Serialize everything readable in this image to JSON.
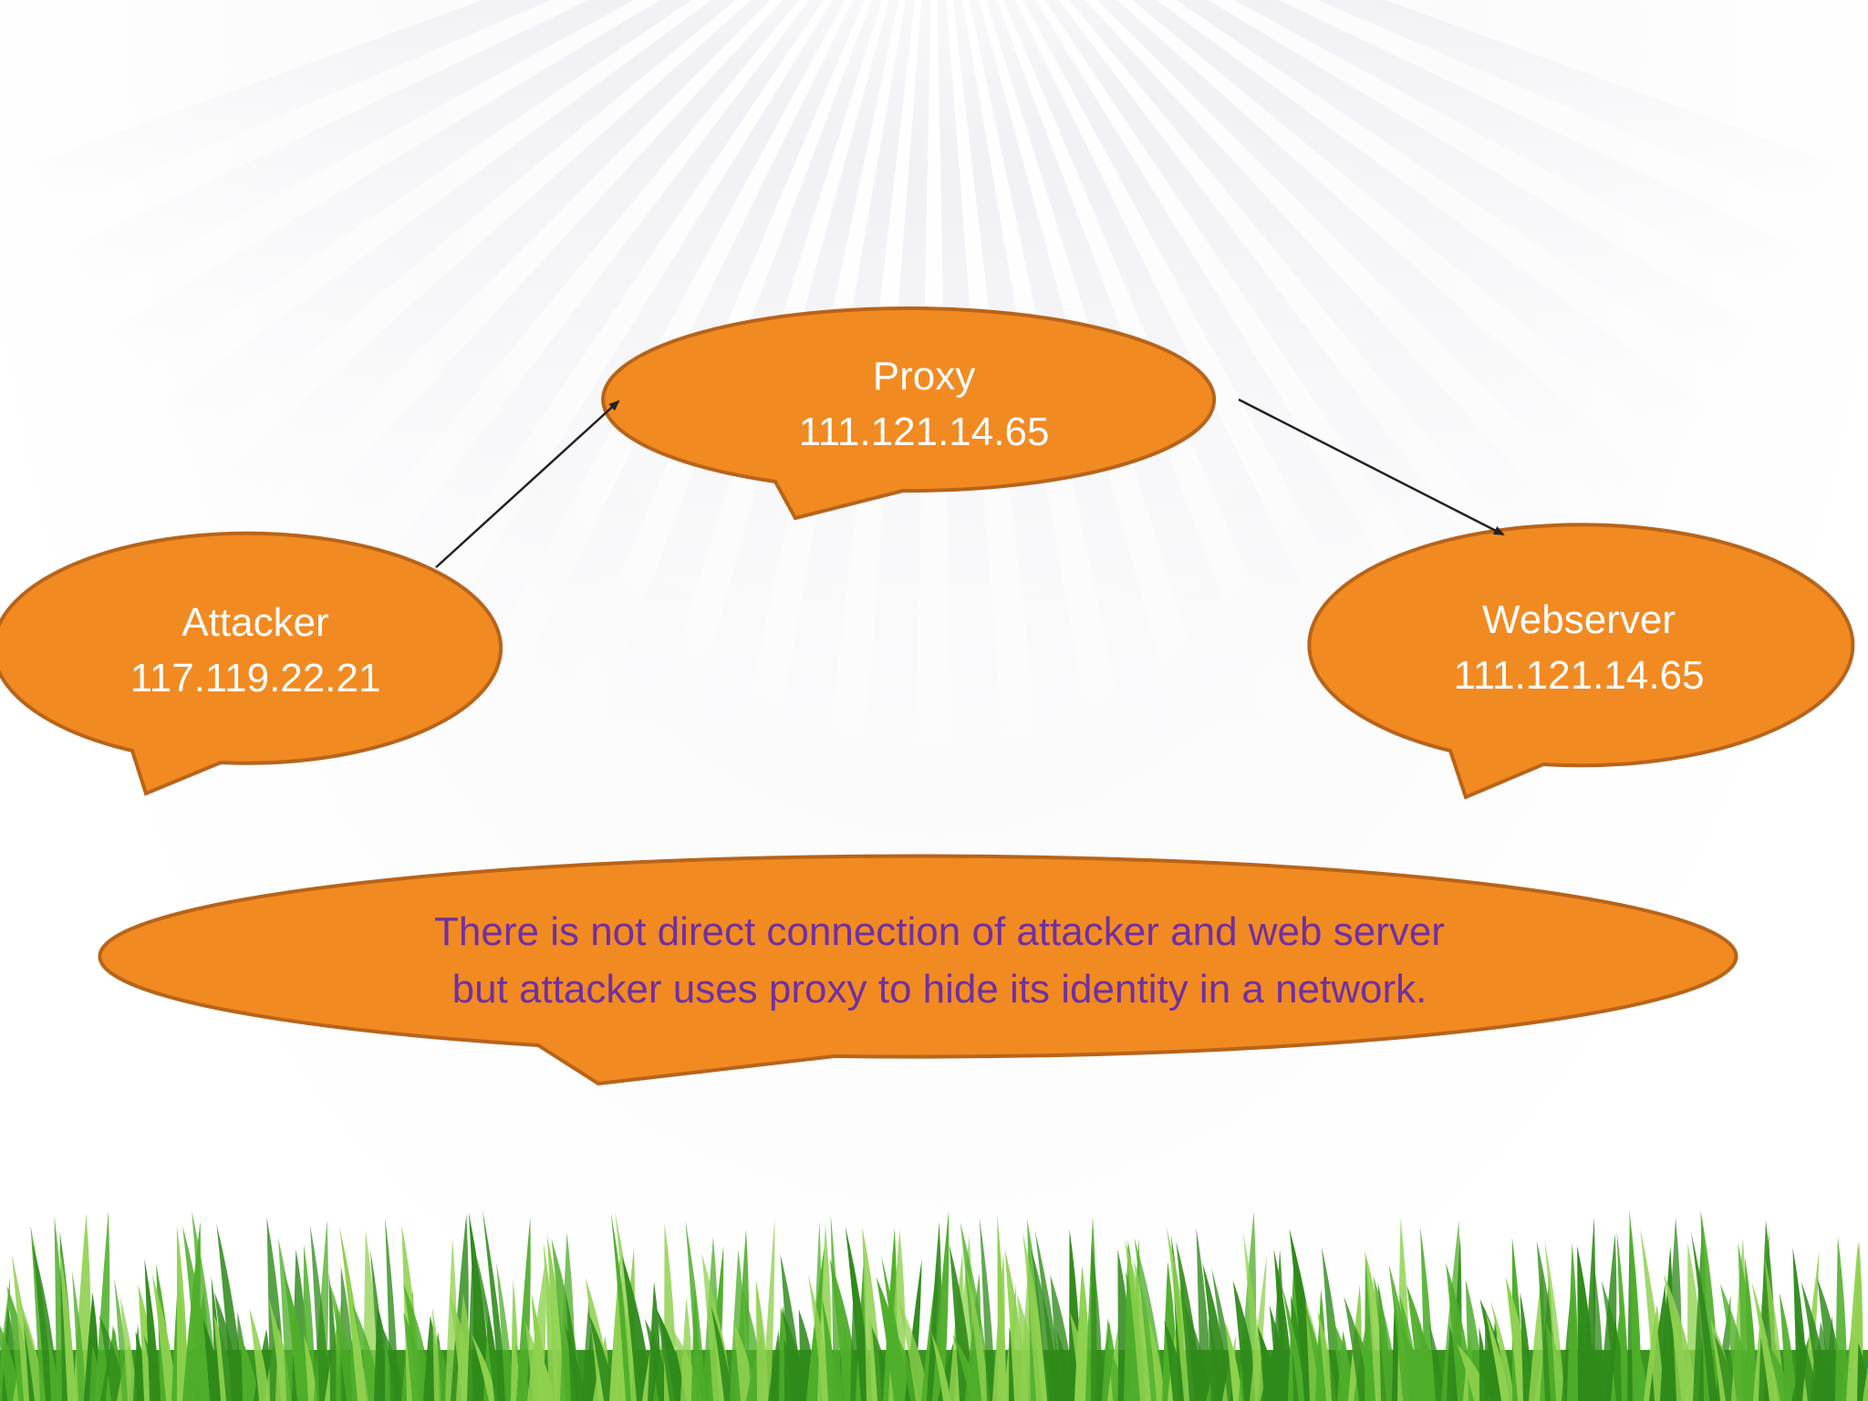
{
  "nodes": {
    "attacker": {
      "name": "Attacker",
      "ip": "117.119.22.21"
    },
    "proxy": {
      "name": "Proxy",
      "ip": "111.121.14.65"
    },
    "webserver": {
      "name": "Webserver",
      "ip": "111.121.14.65"
    }
  },
  "note": {
    "line1": "There is not direct connection of attacker and web server",
    "line2": "but attacker uses proxy to hide its identity in a network."
  },
  "colors": {
    "bubble_fill": "#f28a22",
    "bubble_stroke": "#b8641a",
    "node_text": "#ffffff",
    "note_text": "#7030a0",
    "arrow": "#222222",
    "grass_dark": "#2f8a1a",
    "grass_light": "#8fd14f"
  }
}
